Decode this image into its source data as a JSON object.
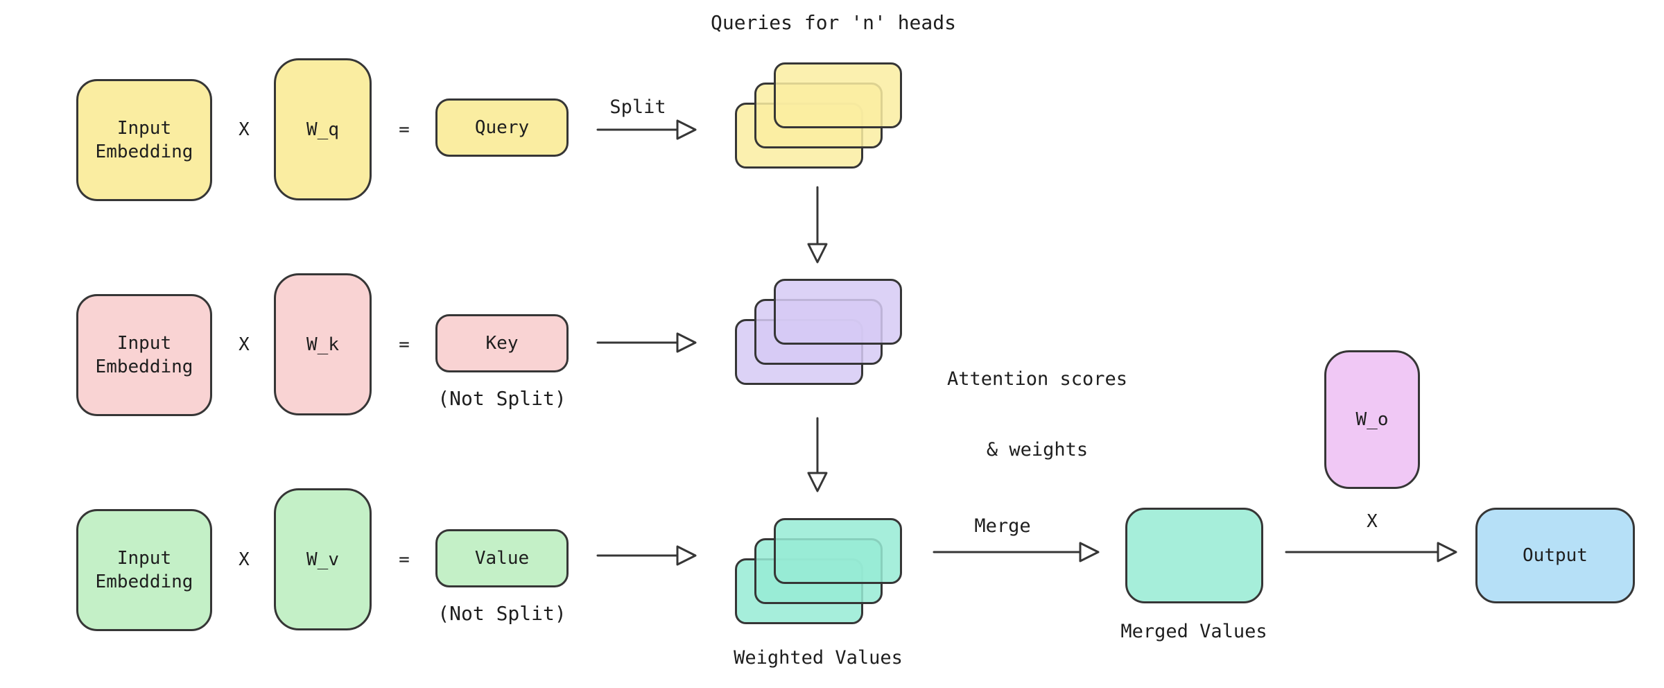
{
  "title": "Queries for 'n' heads",
  "rows": {
    "query": {
      "input_line1": "Input",
      "input_line2": "Embedding",
      "multiply": "X",
      "weight": "W_q",
      "equals": "=",
      "result": "Query"
    },
    "key": {
      "input_line1": "Input",
      "input_line2": "Embedding",
      "multiply": "X",
      "weight": "W_k",
      "equals": "=",
      "result": "Key",
      "note": "(Not Split)"
    },
    "value": {
      "input_line1": "Input",
      "input_line2": "Embedding",
      "multiply": "X",
      "weight": "W_v",
      "equals": "=",
      "result": "Value",
      "note": "(Not Split)"
    }
  },
  "stacks": {
    "queries": {
      "title": "Queries for 'n' heads"
    },
    "attention": {
      "label_line1": "Attention scores",
      "label_line2": "& weights"
    },
    "weighted": {
      "label": "Weighted Values"
    }
  },
  "flow": {
    "split": "Split",
    "merge": "Merge",
    "merged_values": "Merged Values",
    "output_multiply": "X"
  },
  "nodes": {
    "w_o": "W_o",
    "output": "Output"
  },
  "colors": {
    "yellow": "#faeda1",
    "yellow_card": "rgba(250,237,161,0.85)",
    "pink": "#f9d3d3",
    "green": "#c4f0c7",
    "purple_card": "rgba(214,202,245,0.85)",
    "teal_card": "rgba(150,235,213,0.85)",
    "merged_teal": "#a6eeda",
    "lavender": "#f0c8f5",
    "blue": "#b6e0f7",
    "stroke": "#363636",
    "text": "#1e1e1e"
  }
}
